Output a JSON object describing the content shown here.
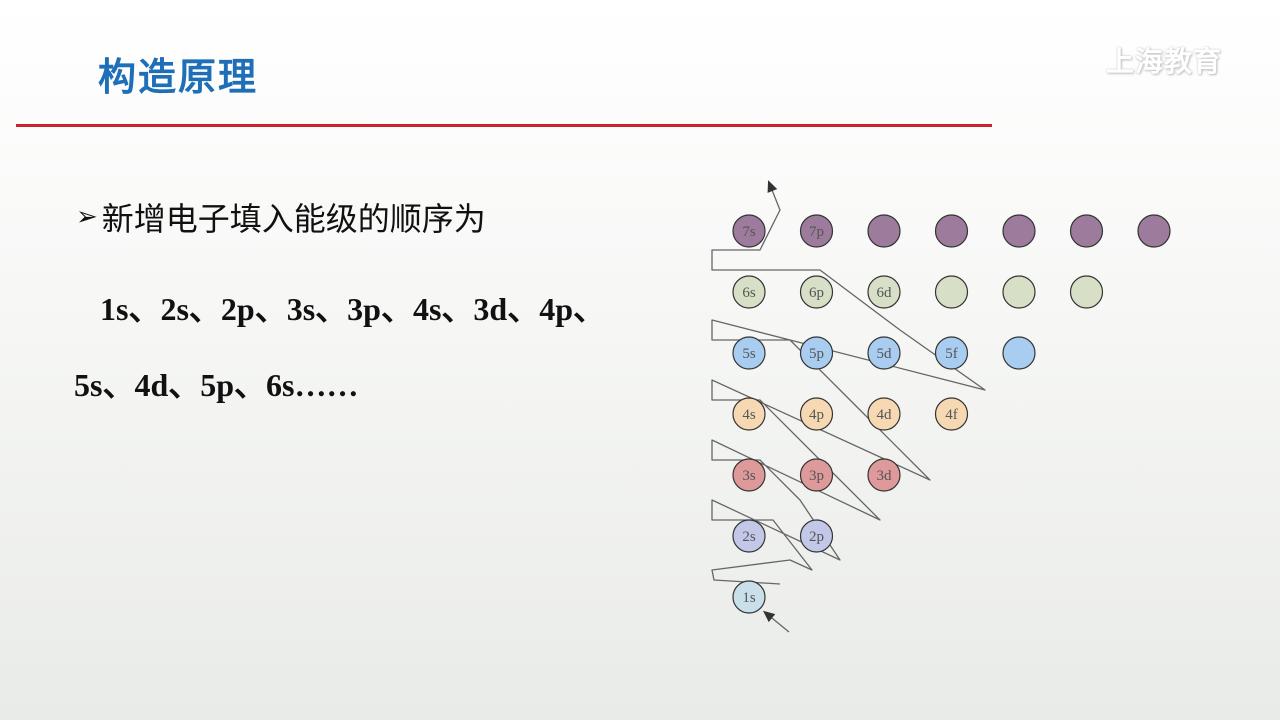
{
  "title": "构造原理",
  "watermark": "上海教育",
  "bullet": {
    "text": "新增电子填入能级的顺序为"
  },
  "sequence": {
    "line1": "1s、2s、2p、3s、3p、4s、3d、4p、",
    "line2": "5s、4d、5p、6s……"
  },
  "diagram": {
    "rows": [
      {
        "n": 7,
        "color": "#9d7b9c",
        "orbitals": [
          "7s",
          "7p",
          "",
          "",
          "",
          "",
          ""
        ]
      },
      {
        "n": 6,
        "color": "#d7e0c7",
        "orbitals": [
          "6s",
          "6p",
          "6d",
          "",
          "",
          ""
        ]
      },
      {
        "n": 5,
        "color": "#a9cdf0",
        "orbitals": [
          "5s",
          "5p",
          "5d",
          "5f",
          ""
        ]
      },
      {
        "n": 4,
        "color": "#f6d9b3",
        "orbitals": [
          "4s",
          "4p",
          "4d",
          "4f"
        ]
      },
      {
        "n": 3,
        "color": "#de9a9a",
        "orbitals": [
          "3s",
          "3p",
          "3d"
        ]
      },
      {
        "n": 2,
        "color": "#c3c7e8",
        "orbitals": [
          "2s",
          "2p"
        ]
      },
      {
        "n": 1,
        "color": "#c9dfe9",
        "orbitals": [
          "1s"
        ]
      }
    ]
  }
}
